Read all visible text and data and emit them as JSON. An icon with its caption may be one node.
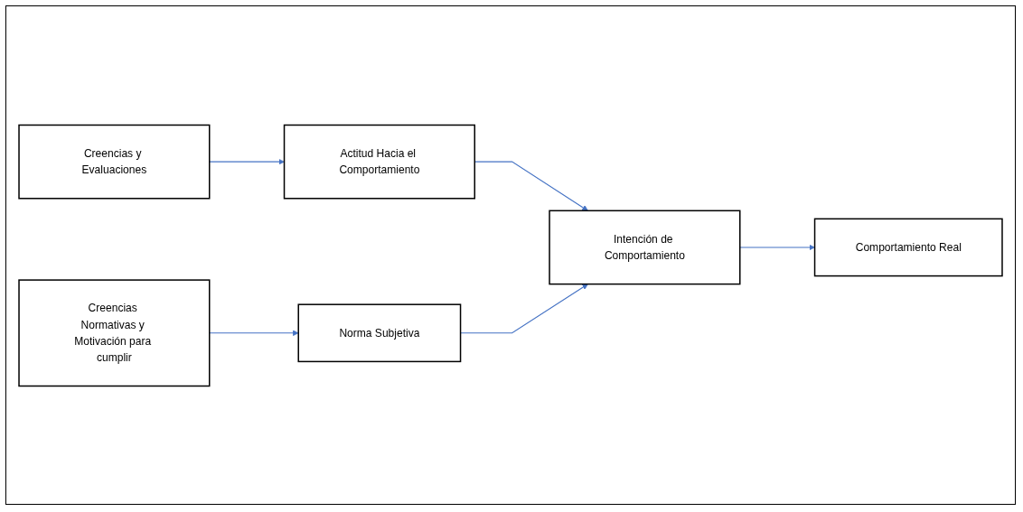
{
  "diagram": {
    "nodes": [
      {
        "text": [
          "Creencias y Evaluaciones"
        ]
      },
      {
        "text": [
          "Actitud Hacia el Comportamiento"
        ]
      },
      {
        "text": [
          "Intención de Comportamiento"
        ]
      },
      {
        "text": [
          "Comportamiento Real"
        ]
      },
      {
        "text": [
          "Creencias Normativas y Motivación para cumplir"
        ]
      },
      {
        "text": [
          "Norma Subjetiva"
        ]
      }
    ],
    "edges": [
      {
        "from": 0,
        "to": 1,
        "arrow": "to"
      },
      {
        "from": 1,
        "to": 2,
        "arrow": "to"
      },
      {
        "from": 5,
        "to": 2,
        "arrow": "to"
      },
      {
        "from": 2,
        "to": 3,
        "arrow": "to"
      },
      {
        "from": 4,
        "to": 5,
        "arrow": "to"
      }
    ]
  }
}
